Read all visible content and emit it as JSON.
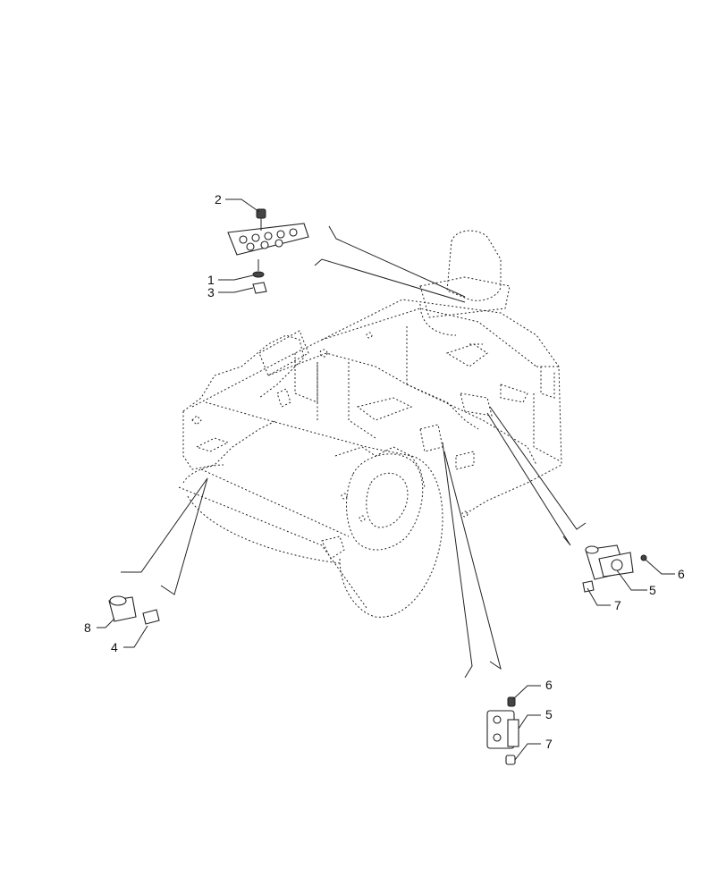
{
  "callouts": [
    {
      "id": "c2-top",
      "label": "2"
    },
    {
      "id": "c1-top",
      "label": "1"
    },
    {
      "id": "c3-top",
      "label": "3"
    },
    {
      "id": "c8-left",
      "label": "8"
    },
    {
      "id": "c4-left",
      "label": "4"
    },
    {
      "id": "c6-right",
      "label": "6"
    },
    {
      "id": "c5-right",
      "label": "5"
    },
    {
      "id": "c7-right",
      "label": "7"
    },
    {
      "id": "c6-bottom",
      "label": "6"
    },
    {
      "id": "c5-bottom",
      "label": "5"
    },
    {
      "id": "c7-bottom",
      "label": "7"
    }
  ],
  "colors": {
    "line": "#222222",
    "background": "#ffffff"
  }
}
